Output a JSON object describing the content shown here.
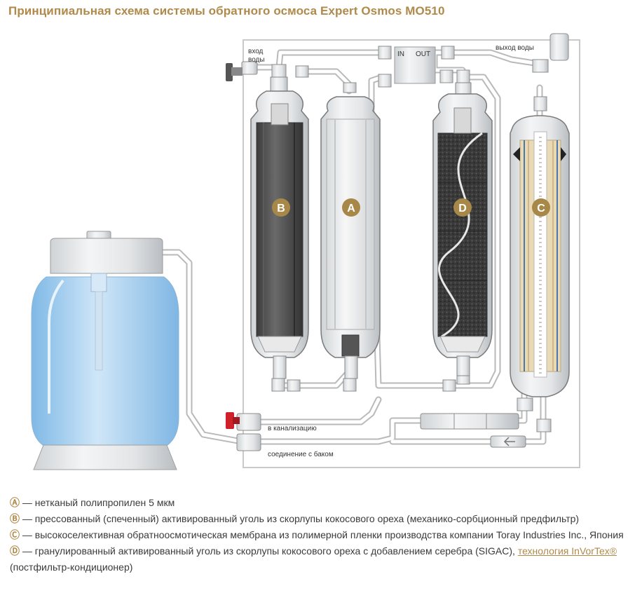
{
  "title": "Принципиальная схема системы обратного осмоса Expert Osmos MO510",
  "labels": {
    "water_in_line1": "вход",
    "water_in_line2": "воды",
    "water_out": "выход воды",
    "tee_in": "IN",
    "tee_out": "OUT",
    "drain": "в канализацию",
    "tank_connection": "соединение с баком"
  },
  "filters": [
    {
      "letter": "B"
    },
    {
      "letter": "A"
    },
    {
      "letter": "D"
    },
    {
      "letter": "C"
    }
  ],
  "legend": [
    {
      "mark": "Ⓐ",
      "text": " — нетканый полипропилен 5 мкм",
      "link": "",
      "after": ""
    },
    {
      "mark": "Ⓑ",
      "text": " — прессованный (спеченный) активированный уголь из скорлупы кокосового ореха (механико-сорбционный предфильтр)",
      "link": "",
      "after": ""
    },
    {
      "mark": "Ⓒ",
      "text": " — высокоселективная обратноосмотическая мембрана из полимерной пленки производства компании Toray Industries Inc., Япония",
      "link": "",
      "after": ""
    },
    {
      "mark": "Ⓓ",
      "text": " — гранулированный активированный уголь из скорлупы кокосового ореха с добавлением серебра (SIGAC), ",
      "link": "технология InVorTex®",
      "after": " (постфильтр-кондиционер)"
    }
  ],
  "colors": {
    "accent": "#b08a4a",
    "tank_water": "#a9d2f0",
    "carbon_block": "#4a4a4a",
    "drain_valve": "#d0202a"
  }
}
